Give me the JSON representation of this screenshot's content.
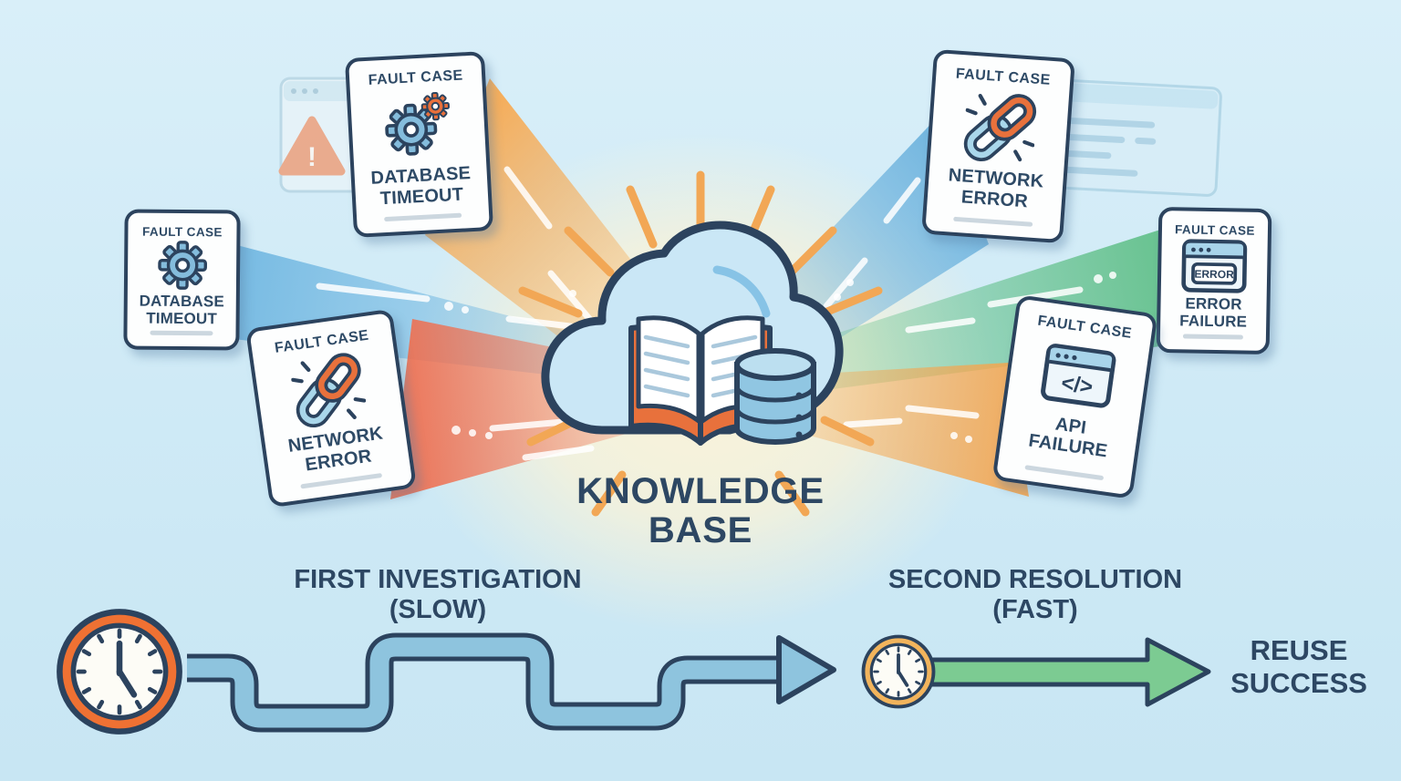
{
  "center": {
    "title": "KNOWLEDGE\nBASE"
  },
  "cards": {
    "db_top": {
      "title": "FAULT CASE",
      "label": "DATABASE\nTIMEOUT"
    },
    "db_left": {
      "title": "FAULT CASE",
      "label": "DATABASE\nTIMEOUT"
    },
    "net_left": {
      "title": "FAULT CASE",
      "label": "NETWORK\nERROR"
    },
    "net_right": {
      "title": "FAULT CASE",
      "label": "NETWORK\nERROR"
    },
    "err_right": {
      "title": "FAULT CASE",
      "label": "ERROR\nFAILURE",
      "browser_text": "ERROR"
    },
    "api_right": {
      "title": "FAULT CASE",
      "label": "API\nFAILURE",
      "code_glyph": "</>"
    }
  },
  "timeline": {
    "first_label": "FIRST INVESTIGATION\n(SLOW)",
    "second_label": "SECOND RESOLUTION\n(FAST)",
    "result_label": "REUSE\nSUCCESS"
  },
  "palette": {
    "background": "#cfeaf6",
    "outline_navy": "#2c435e",
    "beam_blue": "#74b9e2",
    "beam_orange": "#f6ab55",
    "beam_red": "#ef6f50",
    "beam_green": "#62c08a",
    "ray_orange": "#f2a755",
    "glow_yellow": "#fbf3d7",
    "path_blue": "#8ec4de",
    "arrow_green": "#7ccb92",
    "clock_ring_orange": "#ef7133",
    "clock_ring_gold": "#f2b45c",
    "gear_blue": "#84bcdc",
    "gear_orange": "#e8703c",
    "link_orange": "#e8713c",
    "link_blue": "#a9d6ea"
  }
}
